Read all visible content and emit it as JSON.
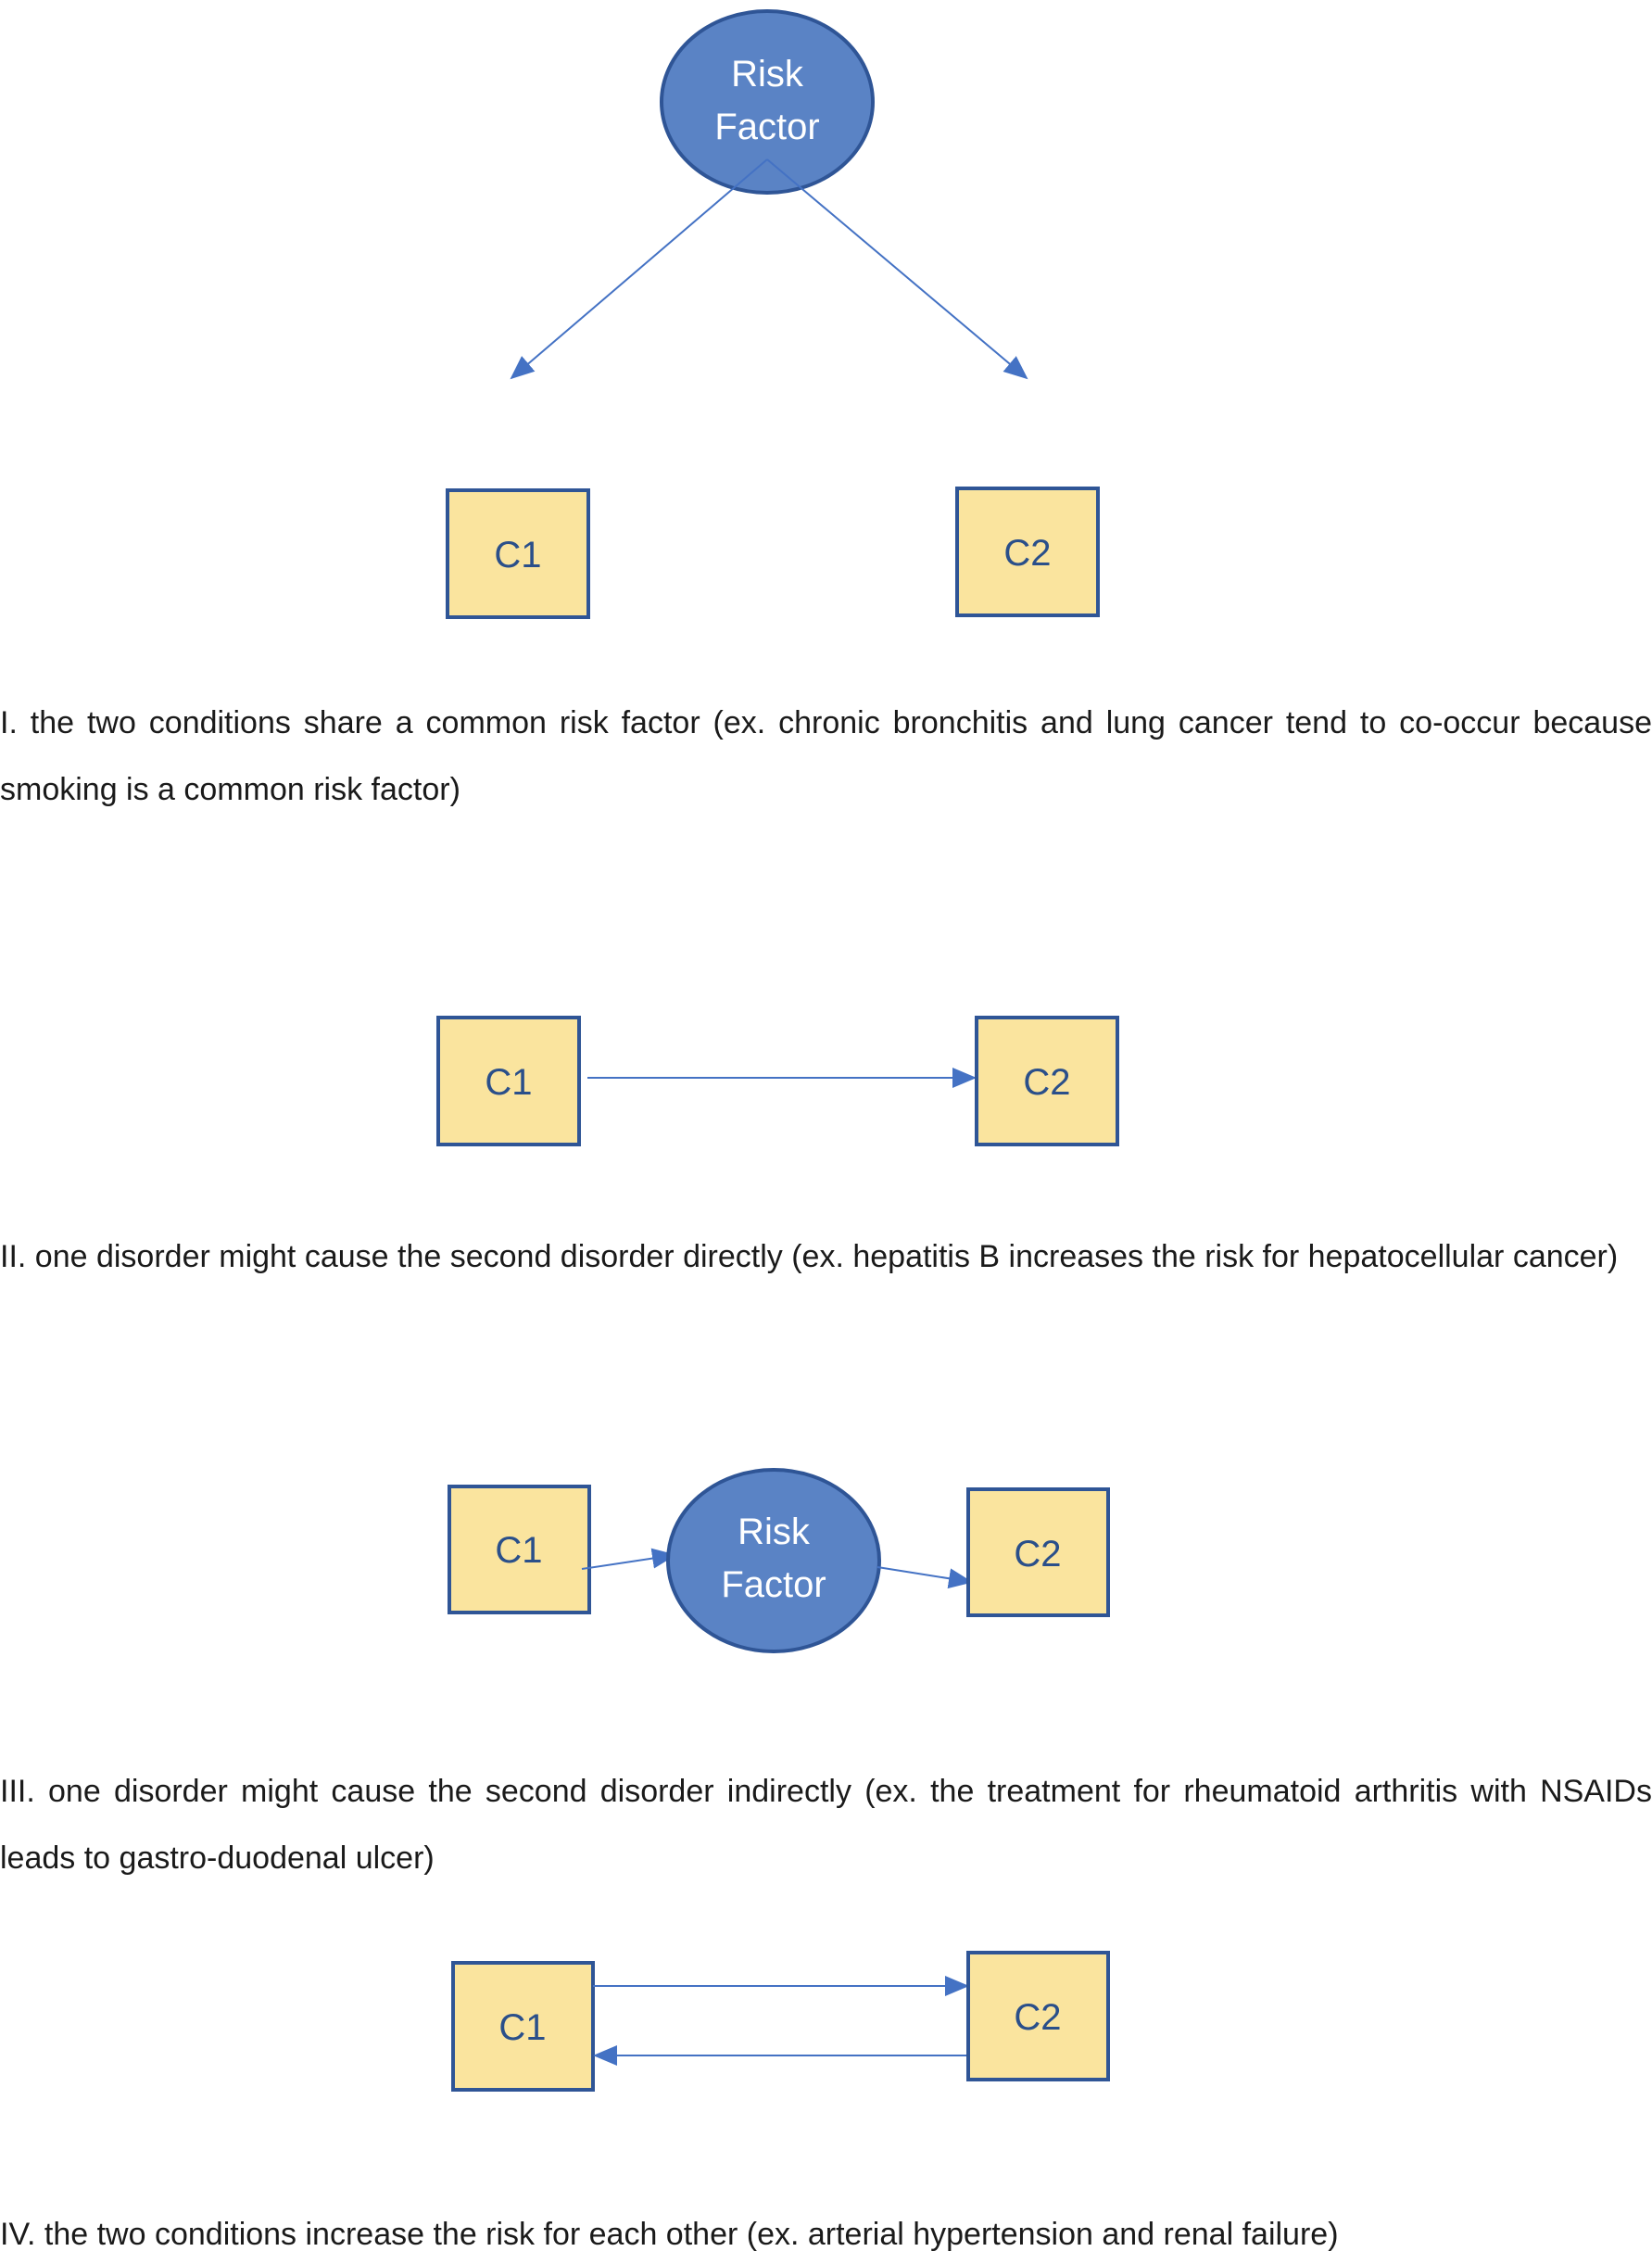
{
  "colors": {
    "circle_fill": "#5a83c5",
    "circle_stroke": "#2f5596",
    "circle_text": "#ffffff",
    "box_fill": "#fae49e",
    "box_stroke": "#2f5596",
    "box_text": "#2a4f8a",
    "arrow": "#4472c4"
  },
  "panel1": {
    "risk_line1": "Risk",
    "risk_line2": "Factor",
    "c1": "C1",
    "c2": "C2",
    "caption": "I. the two conditions share a common risk factor (ex. chronic bronchitis and lung cancer tend to co-occur because smoking is a common risk factor)"
  },
  "panel2": {
    "c1": "C1",
    "c2": "C2",
    "caption": "II. one disorder might cause the second disorder directly (ex. hepatitis B increases the risk for hepatocellular cancer)"
  },
  "panel3": {
    "c1": "C1",
    "risk_line1": "Risk",
    "risk_line2": "Factor",
    "c2": "C2",
    "caption": "III. one disorder might cause the second disorder indirectly (ex. the treatment for rheumatoid arthritis with NSAIDs leads to gastro-duodenal ulcer)"
  },
  "panel4": {
    "c1": "C1",
    "c2": "C2",
    "caption": "IV. the two conditions increase the risk for each other (ex. arterial hypertension and renal failure)"
  }
}
